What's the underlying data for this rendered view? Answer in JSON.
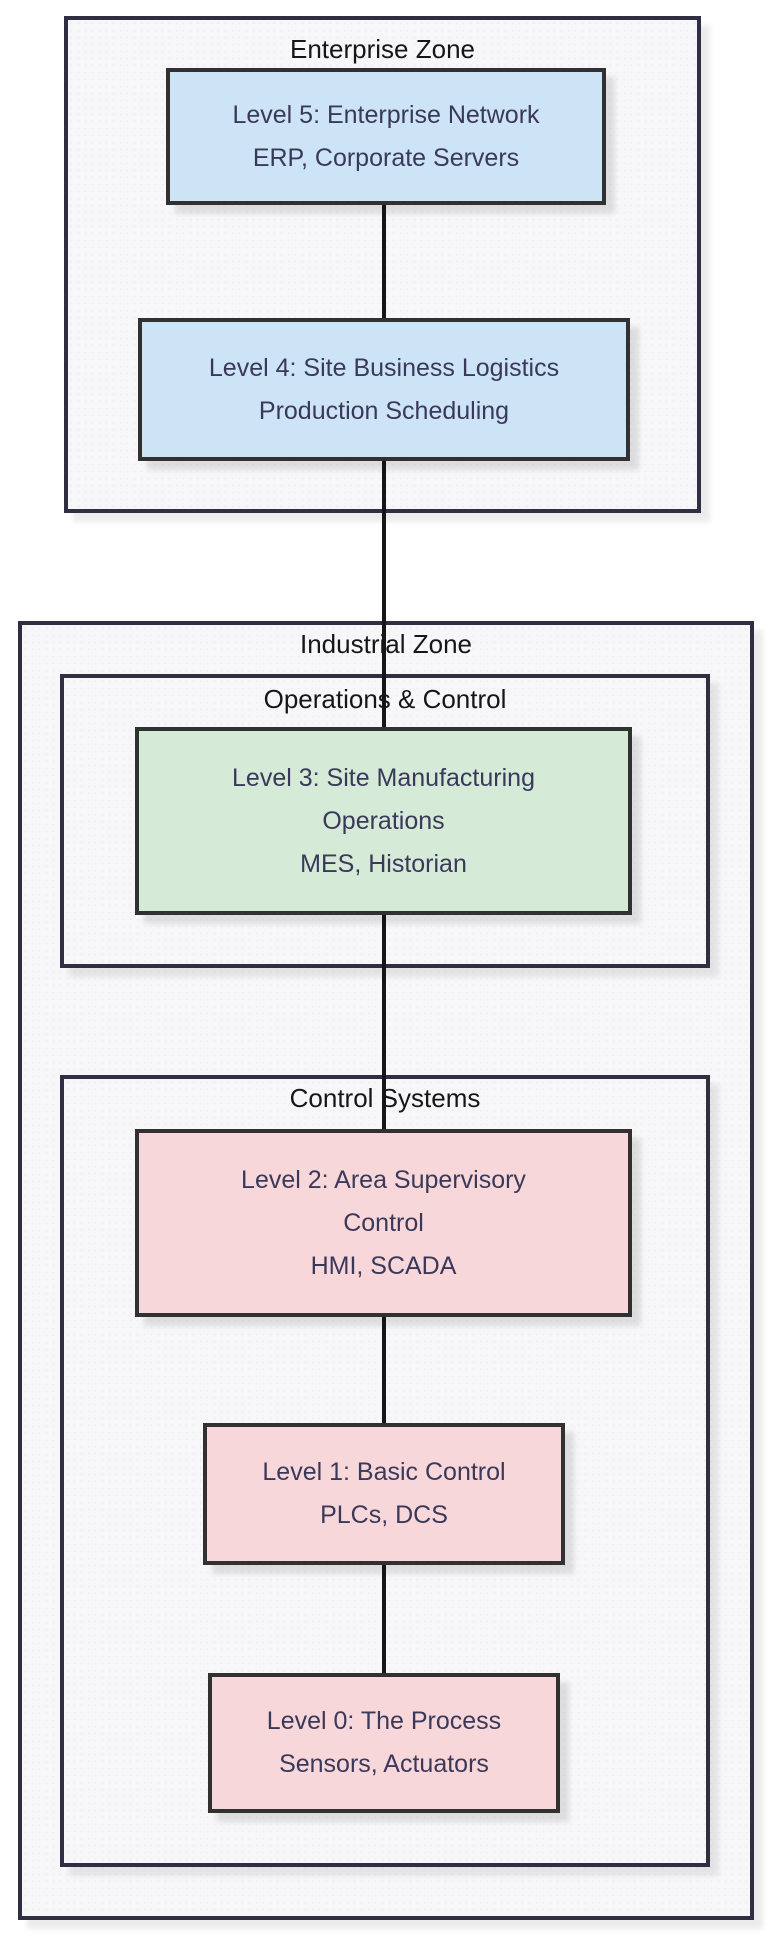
{
  "diagram": {
    "type": "purdue-model-flowchart",
    "zones": {
      "enterprise": {
        "title": "Enterprise Zone"
      },
      "industrial": {
        "title": "Industrial Zone"
      },
      "operations_control": {
        "title": "Operations & Control"
      },
      "control_systems": {
        "title": "Control Systems"
      }
    },
    "nodes": {
      "level5": {
        "lines": [
          "Level 5: Enterprise Network",
          "ERP, Corporate Servers"
        ],
        "fill": "#cde4f6"
      },
      "level4": {
        "lines": [
          "Level 4: Site Business Logistics",
          "Production Scheduling"
        ],
        "fill": "#cde4f6"
      },
      "level3": {
        "lines": [
          "Level 3: Site Manufacturing",
          "Operations",
          "MES, Historian"
        ],
        "fill": "#d5ead7"
      },
      "level2": {
        "lines": [
          "Level 2: Area Supervisory",
          "Control",
          "HMI, SCADA"
        ],
        "fill": "#f8d7da"
      },
      "level1": {
        "lines": [
          "Level 1: Basic Control",
          "PLCs, DCS"
        ],
        "fill": "#f8d7da"
      },
      "level0": {
        "lines": [
          "Level 0: The Process",
          "Sensors, Actuators"
        ],
        "fill": "#f8d7da"
      }
    },
    "edges": [
      {
        "from": "level5",
        "to": "level4"
      },
      {
        "from": "level4",
        "to": "level3"
      },
      {
        "from": "level3",
        "to": "level2"
      },
      {
        "from": "level2",
        "to": "level1"
      },
      {
        "from": "level1",
        "to": "level0"
      }
    ],
    "colors": {
      "zone_border": "#2f2e43",
      "zone_fill": "#f7f7f9",
      "node_border": "#313131",
      "node_text": "#3a395a",
      "zone_title_text": "#161616",
      "edge": "#161616",
      "background": "#ffffff"
    }
  }
}
